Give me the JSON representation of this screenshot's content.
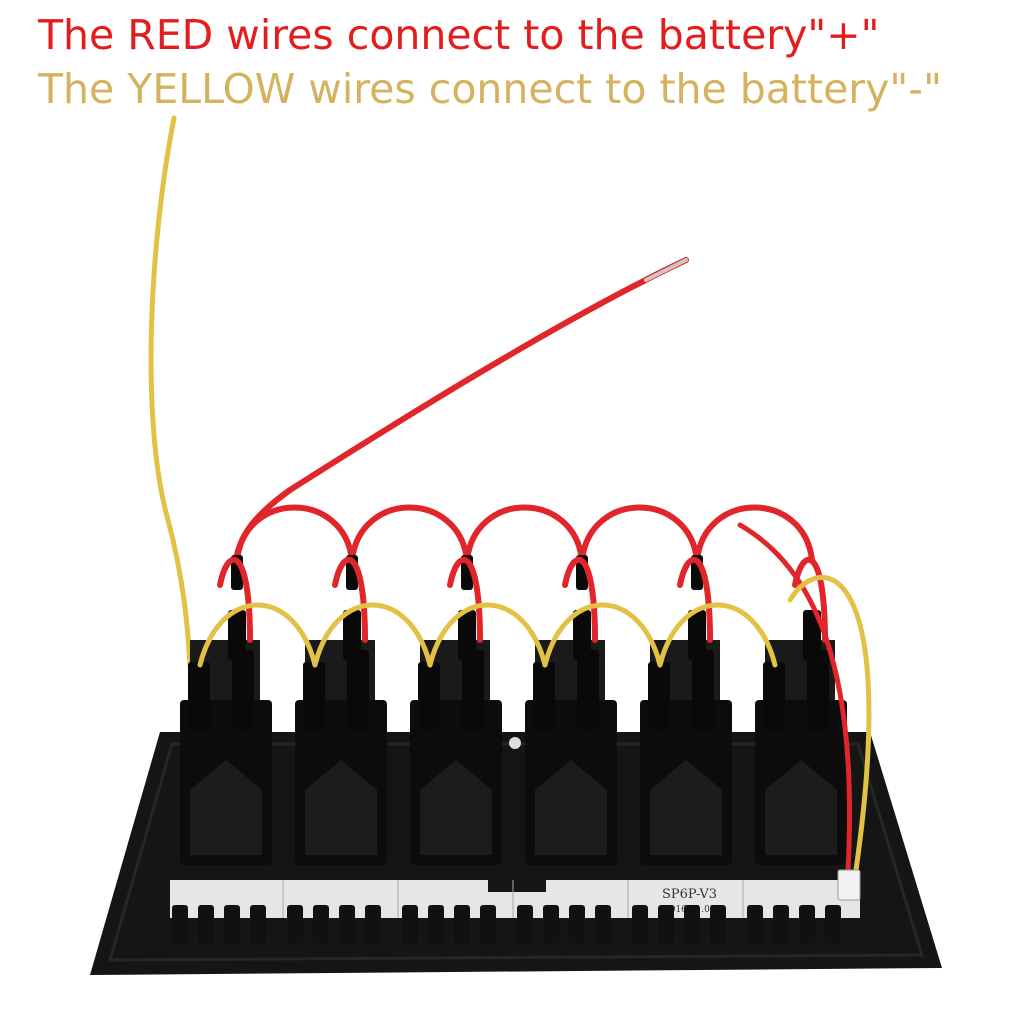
{
  "captions": {
    "red_text": "The RED wires connect to the battery\"+\"",
    "yellow_text": "The YELLOW wires connect to the battery\"-\"",
    "red_color": "#e31d1d",
    "yellow_color": "#d4b260"
  },
  "board": {
    "model_label": "SP6P-V3",
    "date_label": "2016.11.03"
  },
  "colors": {
    "red_wire": "#e0262a",
    "yellow_wire": "#e2c145",
    "panel": "#141414",
    "switch": "#0c0c0c",
    "strip": "#e6e6e6"
  },
  "switch_count": 6
}
